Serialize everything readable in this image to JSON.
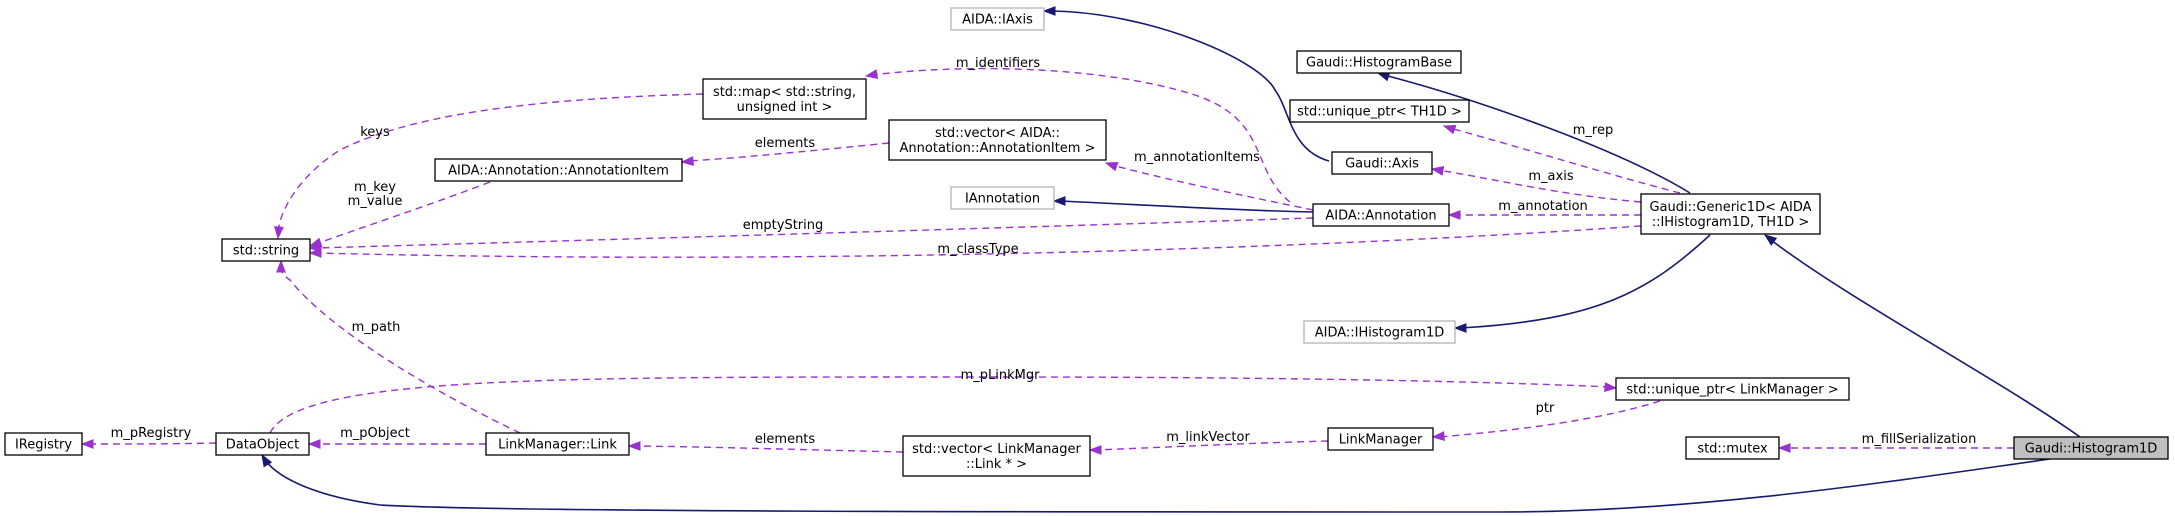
{
  "diagram": {
    "colors": {
      "inheritance": "#191970",
      "usage": "#9a32cd",
      "external_border": "#b3b3b3",
      "focus_fill": "#bfbfbf"
    },
    "nodes": {
      "iaxis": [
        "AIDA::IAxis"
      ],
      "histbase": [
        "Gaudi::HistogramBase"
      ],
      "map": [
        "std::map< std::string,",
        "unsigned int >"
      ],
      "uptr_th1d": [
        "std::unique_ptr< TH1D >"
      ],
      "vec_ann": [
        "std::vector< AIDA::",
        "Annotation::AnnotationItem >"
      ],
      "axis": [
        "Gaudi::Axis"
      ],
      "annitem": [
        "AIDA::Annotation::AnnotationItem"
      ],
      "iannotation": [
        "IAnnotation"
      ],
      "annotation": [
        "AIDA::Annotation"
      ],
      "generic1d": [
        "Gaudi::Generic1D< AIDA",
        "::IHistogram1D, TH1D >"
      ],
      "string": [
        "std::string"
      ],
      "ihist1d": [
        "AIDA::IHistogram1D"
      ],
      "uptr_lm": [
        "std::unique_ptr< LinkManager >"
      ],
      "iregistry": [
        "IRegistry"
      ],
      "dataobject": [
        "DataObject"
      ],
      "link": [
        "LinkManager::Link"
      ],
      "vec_link": [
        "std::vector< LinkManager",
        "::Link * >"
      ],
      "linkmanager": [
        "LinkManager"
      ],
      "mutex": [
        "std::mutex"
      ],
      "histogram1d": [
        "Gaudi::Histogram1D"
      ]
    },
    "edges": {
      "e_iaxis": "",
      "e_histbase": "",
      "e_identifiers": "m_identifiers",
      "e_keys": "keys",
      "e_rep": "m_rep",
      "e_elements_ann": "elements",
      "e_annitems": "m_annotationItems",
      "e_key_value": [
        "m_key",
        "m_value"
      ],
      "e_axis": "m_axis",
      "e_iannotation": "",
      "e_annotation": "m_annotation",
      "e_emptystring": "emptyString",
      "e_classtype": "m_classType",
      "e_ihist1d": "",
      "e_generic1d": "",
      "e_path": "m_path",
      "e_plinkmgr": "m_pLinkMgr",
      "e_ptr": "ptr",
      "e_pregistry": "m_pRegistry",
      "e_pobject": "m_pObject",
      "e_elements_link": "elements",
      "e_linkvector": "m_linkVector",
      "e_fillserial": "m_fillSerialization",
      "e_dataobject": ""
    }
  }
}
